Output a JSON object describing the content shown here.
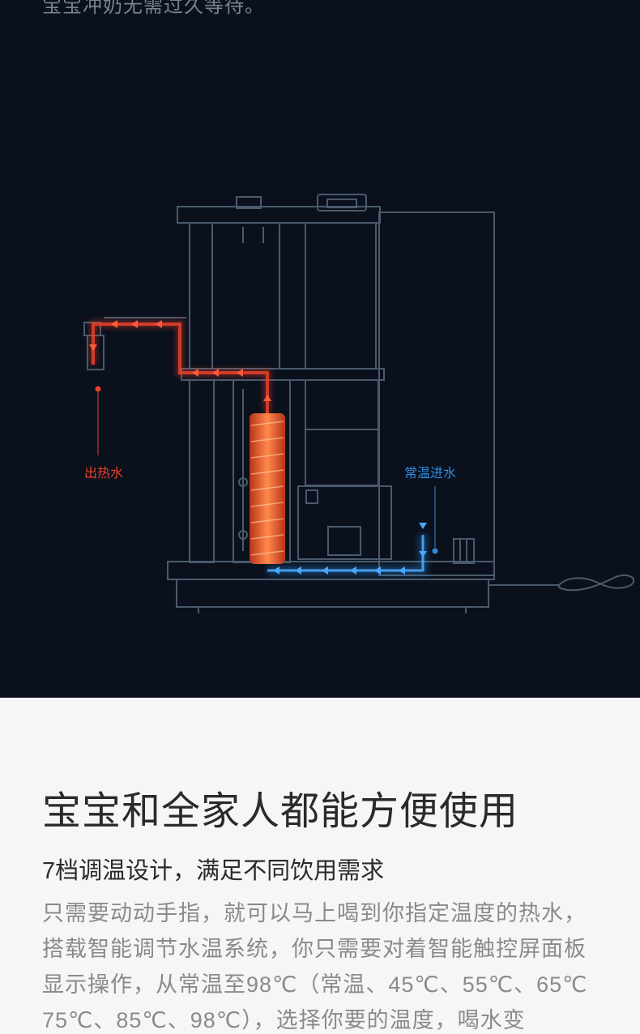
{
  "top_section": {
    "caption": "宝宝冲奶无需过久等待。",
    "labels": {
      "hot_water_out": "出热水",
      "room_temp_in": "常温进水"
    },
    "colors": {
      "background": "#0a111d",
      "line": "#4a5a6c",
      "hot": "#e8412a",
      "cold": "#2f8be0"
    }
  },
  "bottom_section": {
    "headline": "宝宝和全家人都能方便使用",
    "subheadline": "7档调温设计，满足不同饮用需求",
    "body_lines": [
      "只需要动动手指，就可以马上喝到你指定温度的热水，",
      "搭载智能调节水温系统，你只需要对着智能触控屏面板",
      "显示操作，从常温至98℃（常温、45℃、55℃、65℃",
      "75℃、85℃、98℃），选择你要的温度，喝水变"
    ]
  }
}
